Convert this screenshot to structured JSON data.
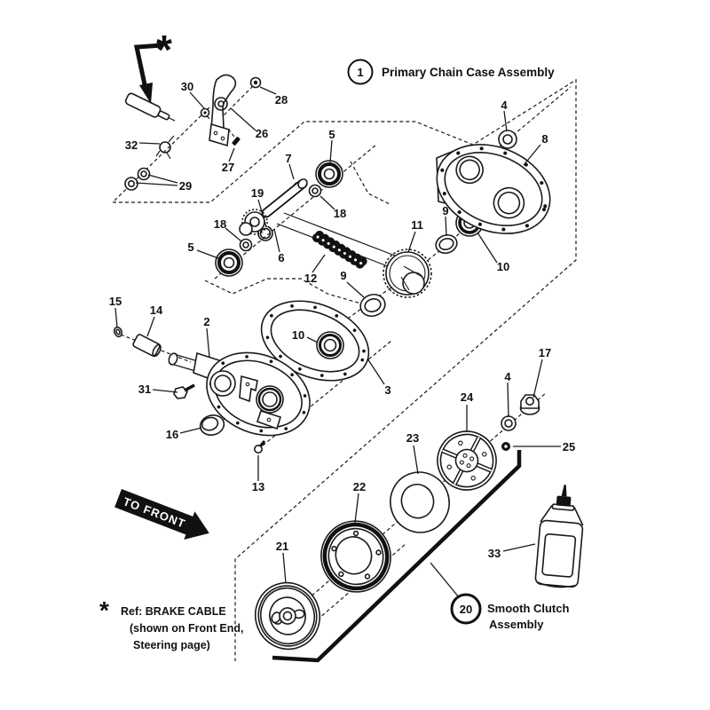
{
  "figure": {
    "title_callout": {
      "number": "1",
      "label": "Primary Chain Case Assembly"
    },
    "clutch_callout": {
      "number": "20",
      "label_line1": "Smooth Clutch",
      "label_line2": "Assembly"
    },
    "direction_arrow": {
      "text": "TO FRONT"
    },
    "footnote": {
      "asterisk": "*",
      "line1": "Ref: BRAKE CABLE",
      "line2": "(shown on Front End,",
      "line3": "Steering page)"
    },
    "top_asterisk": "*",
    "colors": {
      "ink": "#111111",
      "background": "#ffffff"
    }
  },
  "parts": {
    "p1": "1",
    "p2": "2",
    "p3": "3",
    "p4_top": "4",
    "p4_clutch": "4",
    "p5_upper": "5",
    "p5_left": "5",
    "p6": "6",
    "p7": "7",
    "p8": "8",
    "p9_right": "9",
    "p9_left": "9",
    "p10_cover": "10",
    "p10_gasket": "10",
    "p11": "11",
    "p12": "12",
    "p13": "13",
    "p14": "14",
    "p15": "15",
    "p16": "16",
    "p17": "17",
    "p18_right": "18",
    "p18_left": "18",
    "p19": "19",
    "p20": "20",
    "p21": "21",
    "p22": "22",
    "p23": "23",
    "p24": "24",
    "p25": "25",
    "p26": "26",
    "p27": "27",
    "p28": "28",
    "p29": "29",
    "p30": "30",
    "p31": "31",
    "p32": "32",
    "p33": "33"
  }
}
